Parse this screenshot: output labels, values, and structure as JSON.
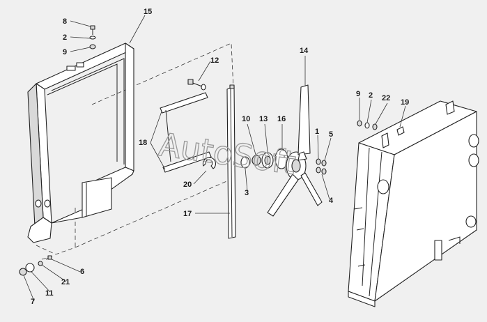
{
  "watermark": "AutoSoft",
  "callouts": {
    "c1": "1",
    "c2a": "2",
    "c2b": "2",
    "c3": "3",
    "c4": "4",
    "c5": "5",
    "c6": "6",
    "c7": "7",
    "c8": "8",
    "c9a": "9",
    "c9b": "9",
    "c10": "10",
    "c11": "11",
    "c12": "12",
    "c13": "13",
    "c14": "14",
    "c15": "15",
    "c16": "16",
    "c17": "17",
    "c18": "18",
    "c19": "19",
    "c20": "20",
    "c21": "21",
    "c22": "22"
  }
}
